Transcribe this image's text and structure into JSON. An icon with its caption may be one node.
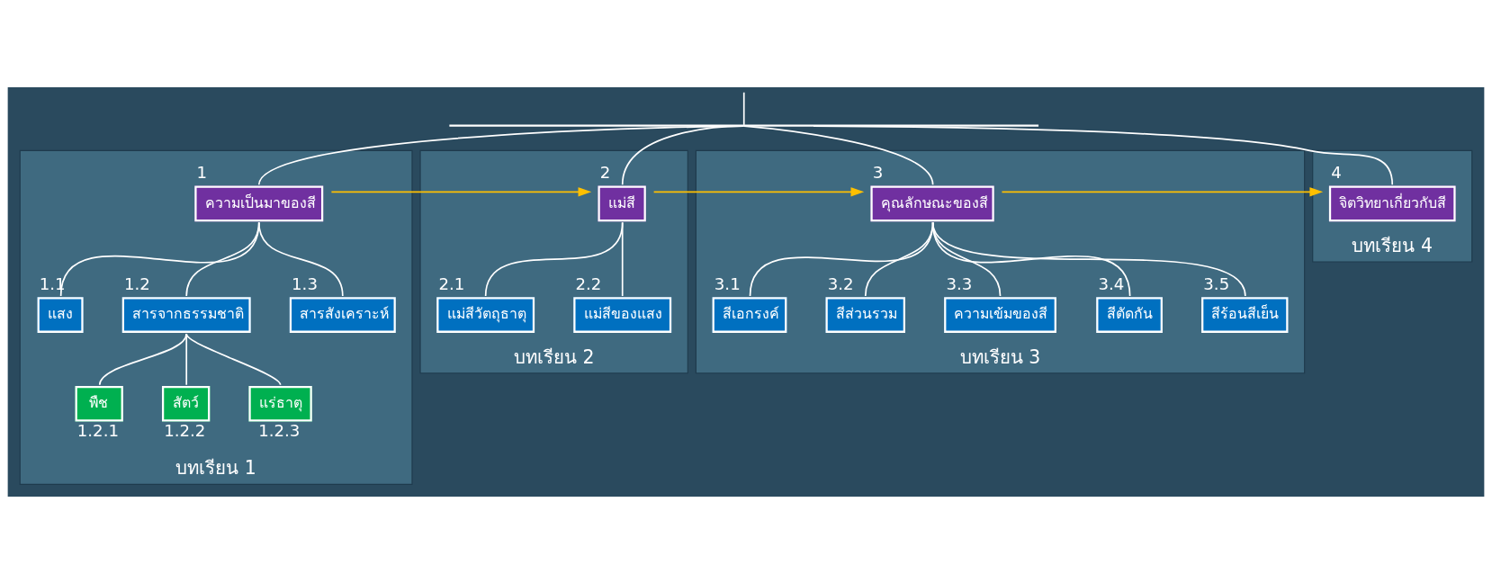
{
  "diagram": {
    "nodes": [
      {
        "text": [
          "บทเรียน 1"
        ]
      },
      {
        "text": [
          "ความเป็นมาของสี"
        ],
        "in": 0,
        "beside": [
          "1"
        ]
      },
      {
        "text": [
          "แสง"
        ],
        "in": 0,
        "beside": [
          "1.1"
        ]
      },
      {
        "text": [
          "สารจากธรรมชาติ"
        ],
        "in": 0,
        "beside": [
          "1.2"
        ]
      },
      {
        "text": [
          "สารสังเคราะห์"
        ],
        "in": 0,
        "beside": [
          "1.3"
        ]
      },
      {
        "text": [
          "พืช"
        ],
        "in": 0,
        "beside": [
          "1.2.1"
        ]
      },
      {
        "text": [
          "สัตว์"
        ],
        "in": 0,
        "beside": [
          "1.2.2"
        ]
      },
      {
        "text": [
          "แร่ธาตุ"
        ],
        "in": 0,
        "beside": [
          "1.2.3"
        ]
      },
      {
        "text": [
          "บทเรียน 2"
        ]
      },
      {
        "text": [
          "แม่สี"
        ],
        "in": 8,
        "beside": [
          "2"
        ]
      },
      {
        "text": [
          "แม่สีวัตถุธาตุ"
        ],
        "in": 8,
        "beside": [
          "2.1"
        ]
      },
      {
        "text": [
          "แม่สีของแสง"
        ],
        "in": 8,
        "beside": [
          "2.2"
        ]
      },
      {
        "text": [
          "บทเรียน 3"
        ]
      },
      {
        "text": [
          "คุณลักษณะของสี"
        ],
        "in": 12,
        "beside": [
          "3"
        ]
      },
      {
        "text": [
          "สีเอกรงค์"
        ],
        "in": 12,
        "beside": [
          "3.1"
        ]
      },
      {
        "text": [
          "สีส่วนรวม"
        ],
        "in": 12,
        "beside": [
          "3.2"
        ]
      },
      {
        "text": [
          "ความเข้มของสี"
        ],
        "in": 12,
        "beside": [
          "3.3"
        ]
      },
      {
        "text": [
          "สีตัดกัน"
        ],
        "in": 12,
        "beside": [
          "3.4"
        ]
      },
      {
        "text": [
          "สีร้อนสีเย็น"
        ],
        "in": 12,
        "beside": [
          "3.5"
        ]
      },
      {
        "text": [
          "บทเรียน 4"
        ]
      },
      {
        "text": [
          "จิตวิทยาเกี่ยวกับสี"
        ],
        "in": 19,
        "beside": [
          "4"
        ]
      },
      {
        "text": [],
        "shape": "bar"
      }
    ],
    "edges": [
      {
        "from": null,
        "to": 21,
        "arrow": "none"
      },
      {
        "from": 21,
        "to": 1,
        "arrow": "none"
      },
      {
        "from": 21,
        "to": 9,
        "arrow": "none"
      },
      {
        "from": 21,
        "to": 13,
        "arrow": "none"
      },
      {
        "from": 21,
        "to": 20,
        "arrow": "none"
      },
      {
        "from": 1,
        "to": 9,
        "arrow": "to",
        "color": "#ffc000"
      },
      {
        "from": 9,
        "to": 13,
        "arrow": "to",
        "color": "#ffc000"
      },
      {
        "from": 13,
        "to": 20,
        "arrow": "to",
        "color": "#ffc000"
      },
      {
        "from": 1,
        "to": 2,
        "arrow": "none"
      },
      {
        "from": 1,
        "to": 3,
        "arrow": "none"
      },
      {
        "from": 1,
        "to": 4,
        "arrow": "none"
      },
      {
        "from": 3,
        "to": 5,
        "arrow": "none"
      },
      {
        "from": 3,
        "to": 6,
        "arrow": "none"
      },
      {
        "from": 3,
        "to": 7,
        "arrow": "none"
      },
      {
        "from": 9,
        "to": 10,
        "arrow": "none"
      },
      {
        "from": 9,
        "to": 11,
        "arrow": "none"
      },
      {
        "from": 13,
        "to": 14,
        "arrow": "none"
      },
      {
        "from": 13,
        "to": 15,
        "arrow": "none"
      },
      {
        "from": 13,
        "to": 16,
        "arrow": "none"
      },
      {
        "from": 13,
        "to": 17,
        "arrow": "none"
      },
      {
        "from": 13,
        "to": 18,
        "arrow": "none"
      }
    ]
  }
}
